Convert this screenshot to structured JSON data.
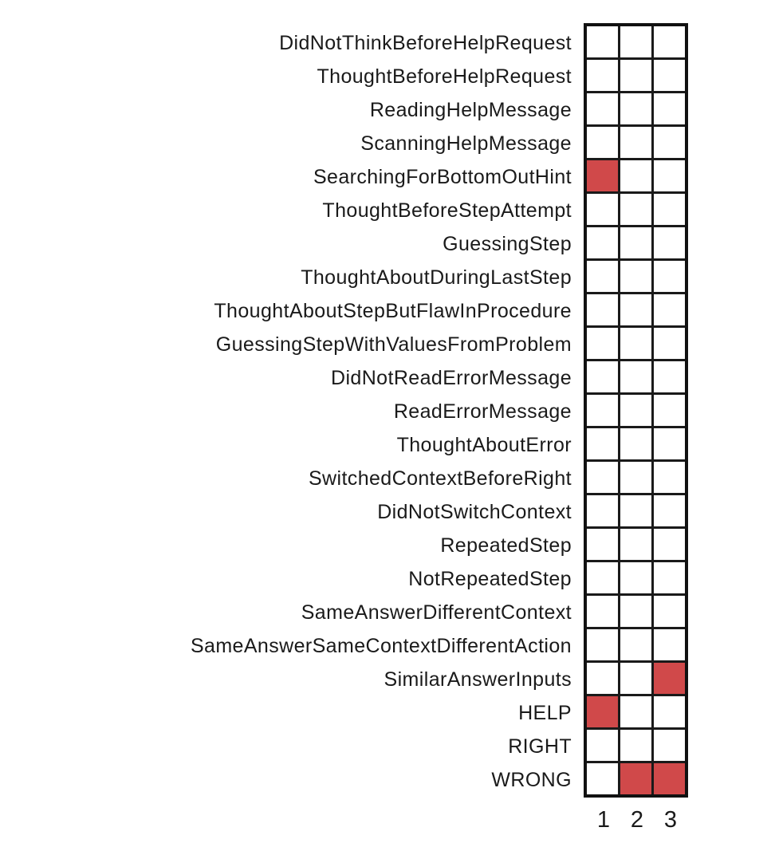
{
  "chart_data": {
    "type": "heatmap",
    "title": "",
    "xlabel": "",
    "ylabel": "",
    "columns": [
      "1",
      "2",
      "3"
    ],
    "rows": [
      "DidNotThinkBeforeHelpRequest",
      "ThoughtBeforeHelpRequest",
      "ReadingHelpMessage",
      "ScanningHelpMessage",
      "SearchingForBottomOutHint",
      "ThoughtBeforeStepAttempt",
      "GuessingStep",
      "ThoughtAboutDuringLastStep",
      "ThoughtAboutStepButFlawInProcedure",
      "GuessingStepWithValuesFromProblem",
      "DidNotReadErrorMessage",
      "ReadErrorMessage",
      "ThoughtAboutError",
      "SwitchedContextBeforeRight",
      "DidNotSwitchContext",
      "RepeatedStep",
      "NotRepeatedStep",
      "SameAnswerDifferentContext",
      "SameAnswerSameContextDifferentAction",
      "SimilarAnswerInputs",
      "HELP",
      "RIGHT",
      "WRONG"
    ],
    "matrix": [
      [
        0,
        0,
        0
      ],
      [
        0,
        0,
        0
      ],
      [
        0,
        0,
        0
      ],
      [
        0,
        0,
        0
      ],
      [
        1,
        0,
        0
      ],
      [
        0,
        0,
        0
      ],
      [
        0,
        0,
        0
      ],
      [
        0,
        0,
        0
      ],
      [
        0,
        0,
        0
      ],
      [
        0,
        0,
        0
      ],
      [
        0,
        0,
        0
      ],
      [
        0,
        0,
        0
      ],
      [
        0,
        0,
        0
      ],
      [
        0,
        0,
        0
      ],
      [
        0,
        0,
        0
      ],
      [
        0,
        0,
        0
      ],
      [
        0,
        0,
        0
      ],
      [
        0,
        0,
        0
      ],
      [
        0,
        0,
        0
      ],
      [
        0,
        0,
        1
      ],
      [
        1,
        0,
        0
      ],
      [
        0,
        0,
        0
      ],
      [
        0,
        1,
        1
      ]
    ],
    "filled_cells": [
      {
        "row": "SearchingForBottomOutHint",
        "column": "1"
      },
      {
        "row": "SimilarAnswerInputs",
        "column": "3"
      },
      {
        "row": "HELP",
        "column": "1"
      },
      {
        "row": "WRONG",
        "column": "2"
      },
      {
        "row": "WRONG",
        "column": "3"
      }
    ],
    "legend": null,
    "grid_on": true,
    "colors": {
      "filled": "#d0494a",
      "empty": "#ffffff",
      "grid_line": "#1a1a1a",
      "border": "#111111",
      "text": "#1a1a1a"
    }
  }
}
